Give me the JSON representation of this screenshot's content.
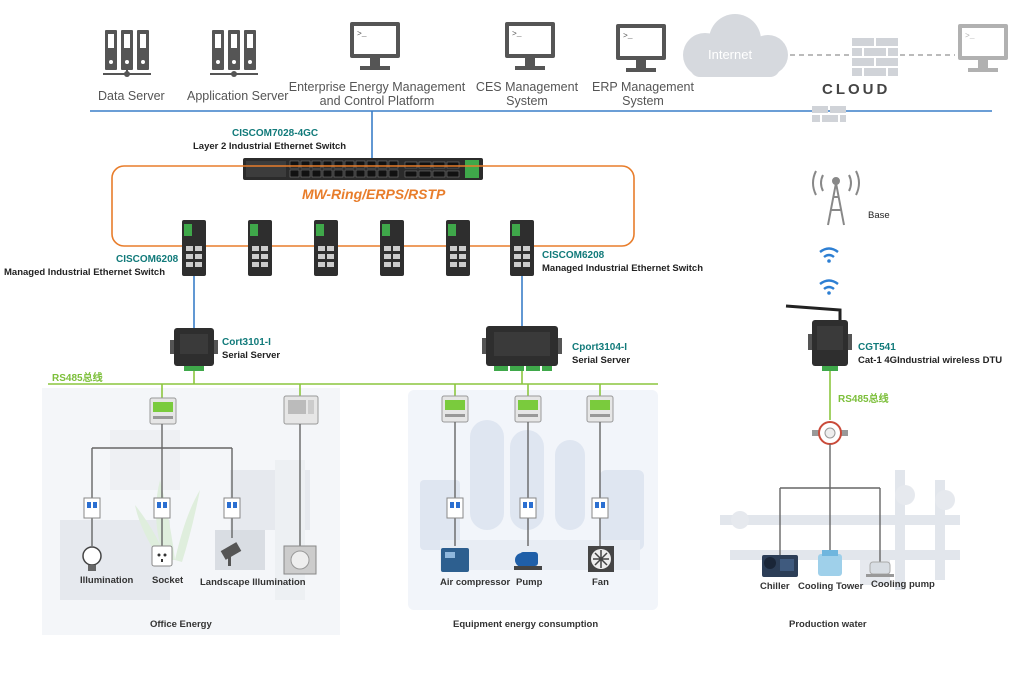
{
  "servers": {
    "data_server": "Data Server",
    "application_server": "Application Server",
    "energy_platform_line1": "Enterprise Energy Management",
    "energy_platform_line2": "and Control Platform",
    "ces_line1": "CES Management",
    "ces_line2": "System",
    "erp_line1": "ERP Management",
    "erp_line2": "System"
  },
  "internet": {
    "cloud_label": "Internet",
    "cloud_text": "CLOUD",
    "base_label": "Base"
  },
  "core_switch": {
    "model": "CISCOM7028-4GC",
    "description": "Layer 2 Industrial Ethernet Switch"
  },
  "ring": {
    "label": "MW-Ring/ERPS/RSTP"
  },
  "edge_switch_left": {
    "model": "CISCOM6208",
    "description": "Managed Industrial Ethernet Switch"
  },
  "edge_switch_right": {
    "model": "CISCOM6208",
    "description": "Managed Industrial Ethernet Switch"
  },
  "serial_server_left": {
    "model": "Cort3101-I",
    "description": "Serial Server"
  },
  "serial_server_right": {
    "model": "Cport3104-I",
    "description": "Serial Server"
  },
  "dtu": {
    "model": "CGT541",
    "description": "Cat-1 4GIndustrial wireless DTU"
  },
  "bus": {
    "rs485_left": "RS485总线",
    "rs485_right": "RS485总线"
  },
  "office": {
    "title": "Office Energy",
    "illumination": "Illumination",
    "socket": "Socket",
    "landscape": "Landscape Illumination"
  },
  "equipment": {
    "title": "Equipment energy consumption",
    "air_compressor": "Air compressor",
    "pump": "Pump",
    "fan": "Fan"
  },
  "water": {
    "title": "Production water",
    "chiller": "Chiller",
    "cooling_tower": "Cooling Tower",
    "cooling_pump": "Cooling pump"
  },
  "colors": {
    "network_line": "#3a7ec8",
    "ring_line": "#e87d2b",
    "bus_line": "#8cc63f",
    "teal_text": "#117a7a"
  }
}
